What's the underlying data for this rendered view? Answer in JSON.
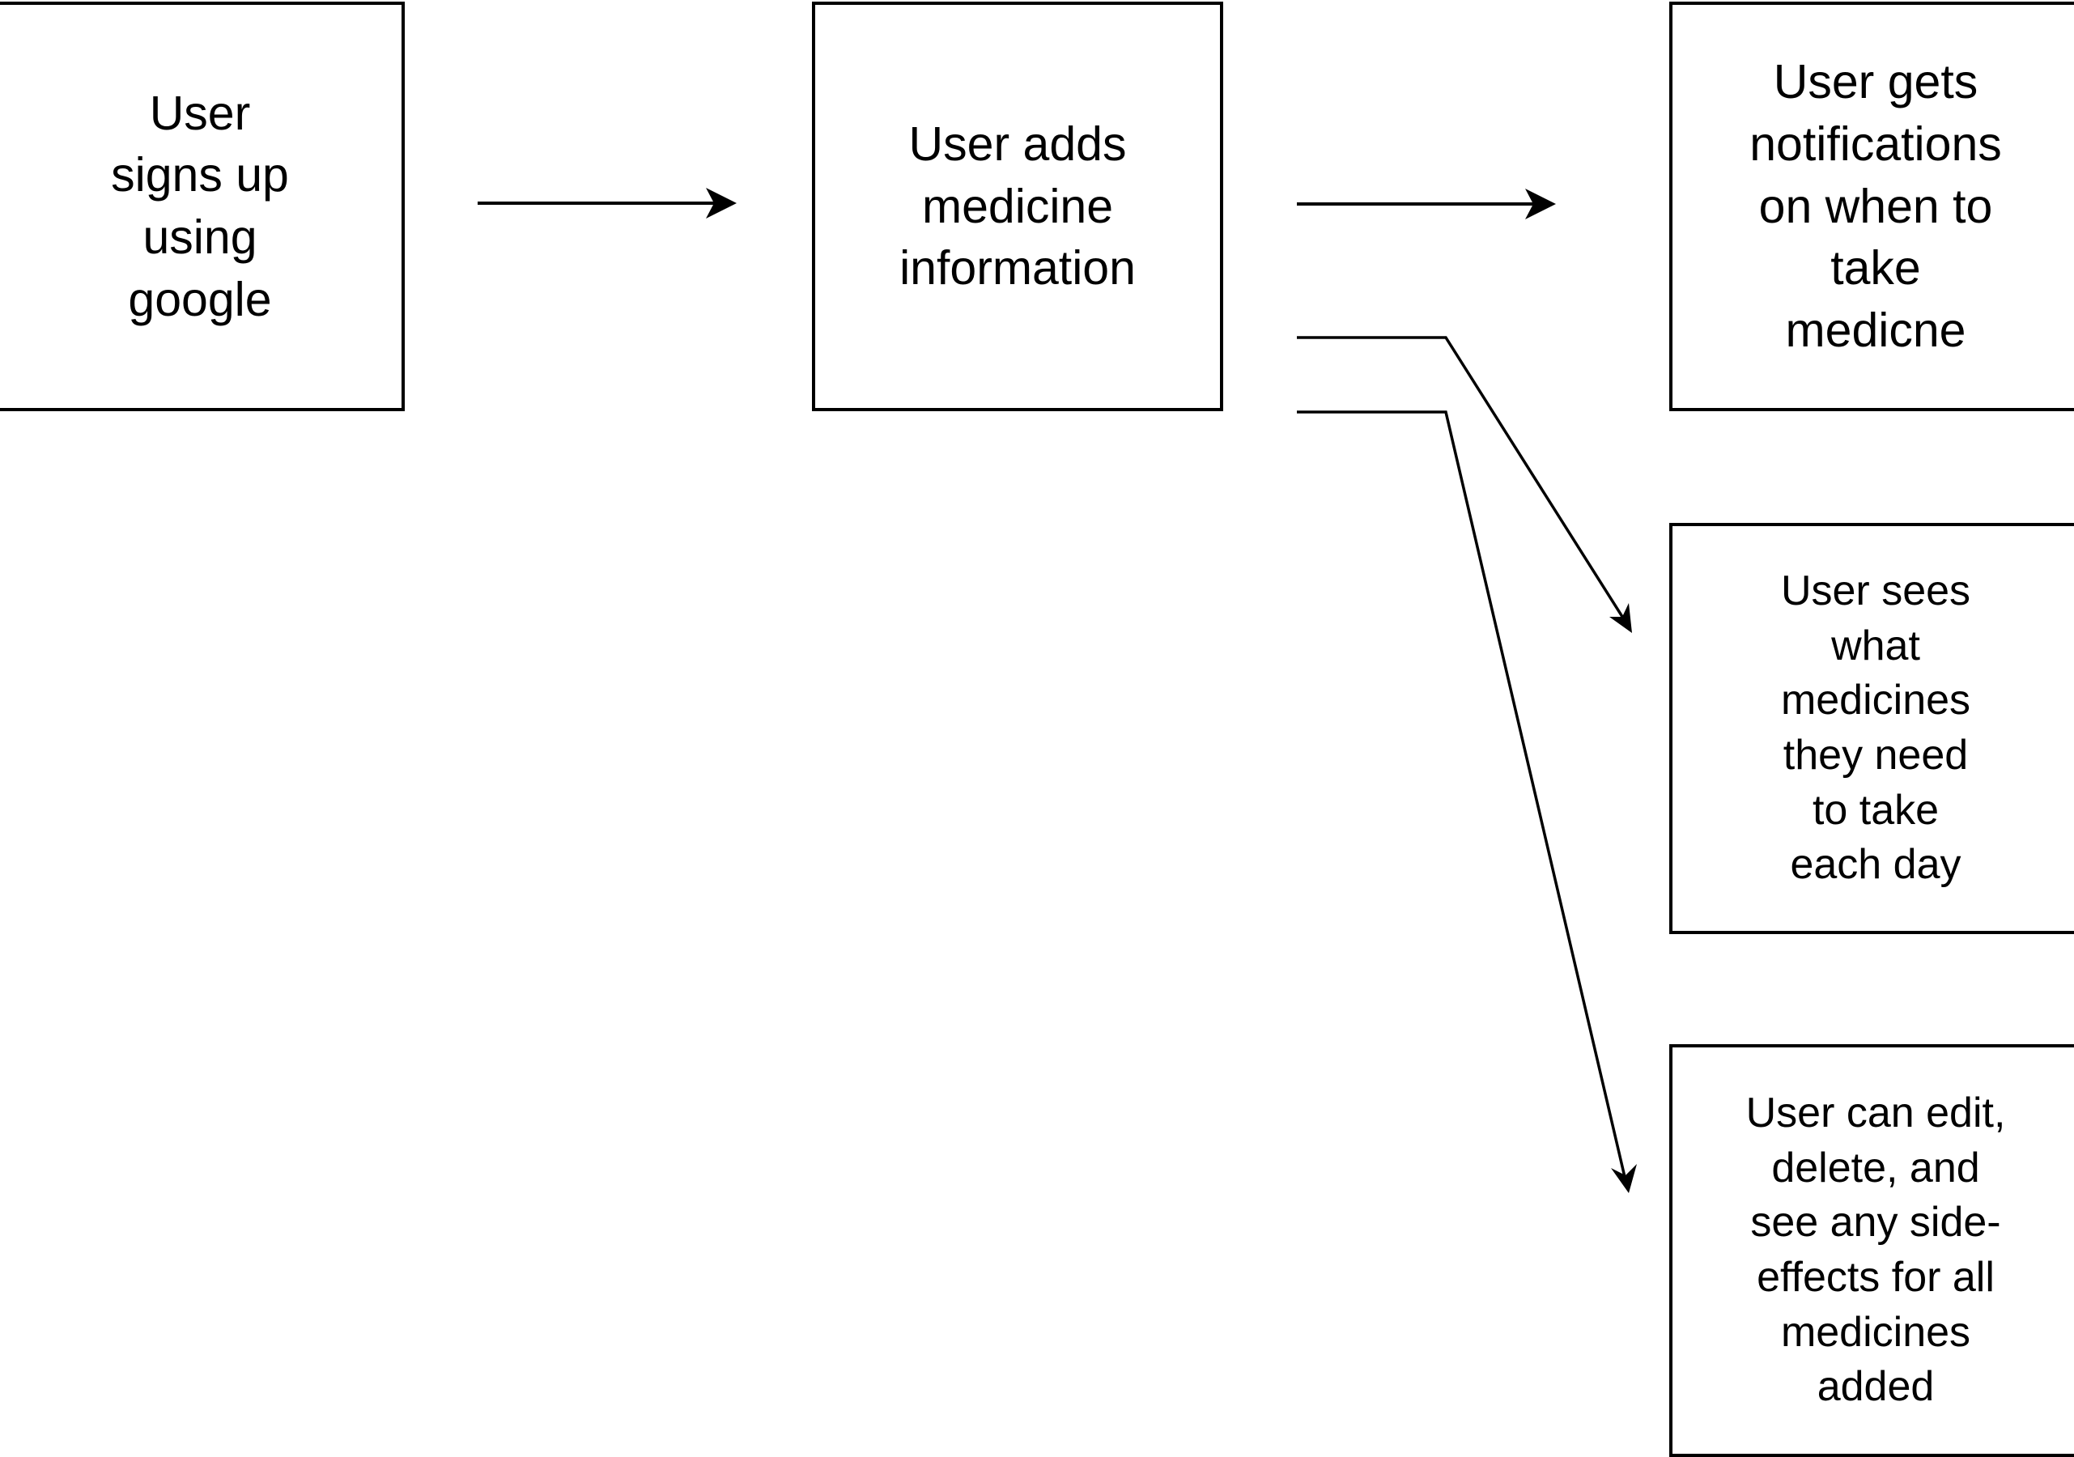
{
  "diagram": {
    "nodes": [
      {
        "id": "signup",
        "label": "User\nsigns up\nusing\ngoogle"
      },
      {
        "id": "add_info",
        "label": "User adds\nmedicine\ninformation"
      },
      {
        "id": "notifications",
        "label": "User gets\nnotifications\non when to\ntake\nmedicne"
      },
      {
        "id": "daily_list",
        "label": "User sees\nwhat\nmedicines\nthey need\nto take\neach day"
      },
      {
        "id": "edit_delete",
        "label": "User can edit,\ndelete, and\nsee any side-\neffects for all\nmedicines\nadded"
      }
    ],
    "edges": [
      {
        "from": "signup",
        "to": "add_info"
      },
      {
        "from": "add_info",
        "to": "notifications"
      },
      {
        "from": "add_info",
        "to": "daily_list"
      },
      {
        "from": "add_info",
        "to": "edit_delete"
      }
    ],
    "colors": {
      "stroke": "#000000",
      "fill": "#ffffff",
      "text": "#000000"
    }
  }
}
